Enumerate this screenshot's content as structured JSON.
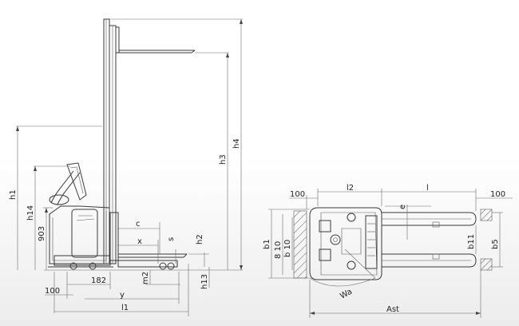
{
  "side_view": {
    "labels": {
      "h1": "h1",
      "h14": "h14",
      "d903": "903",
      "h4": "h4",
      "h3": "h3",
      "c": "c",
      "x": "x",
      "s": "s",
      "h2": "h2",
      "m2": "m2",
      "h13": "h13",
      "d182": "182",
      "d100": "100",
      "y": "y",
      "l1": "l1"
    }
  },
  "top_view": {
    "labels": {
      "d100_left": "100",
      "l2": "l2",
      "l": "l",
      "d100_right": "100",
      "e": "e",
      "b1": "b1",
      "b10_a": "8 10",
      "b10_b": "b 10",
      "b11": "b11",
      "b5": "b5",
      "Wa": "Wa",
      "Ast": "Ast"
    }
  }
}
